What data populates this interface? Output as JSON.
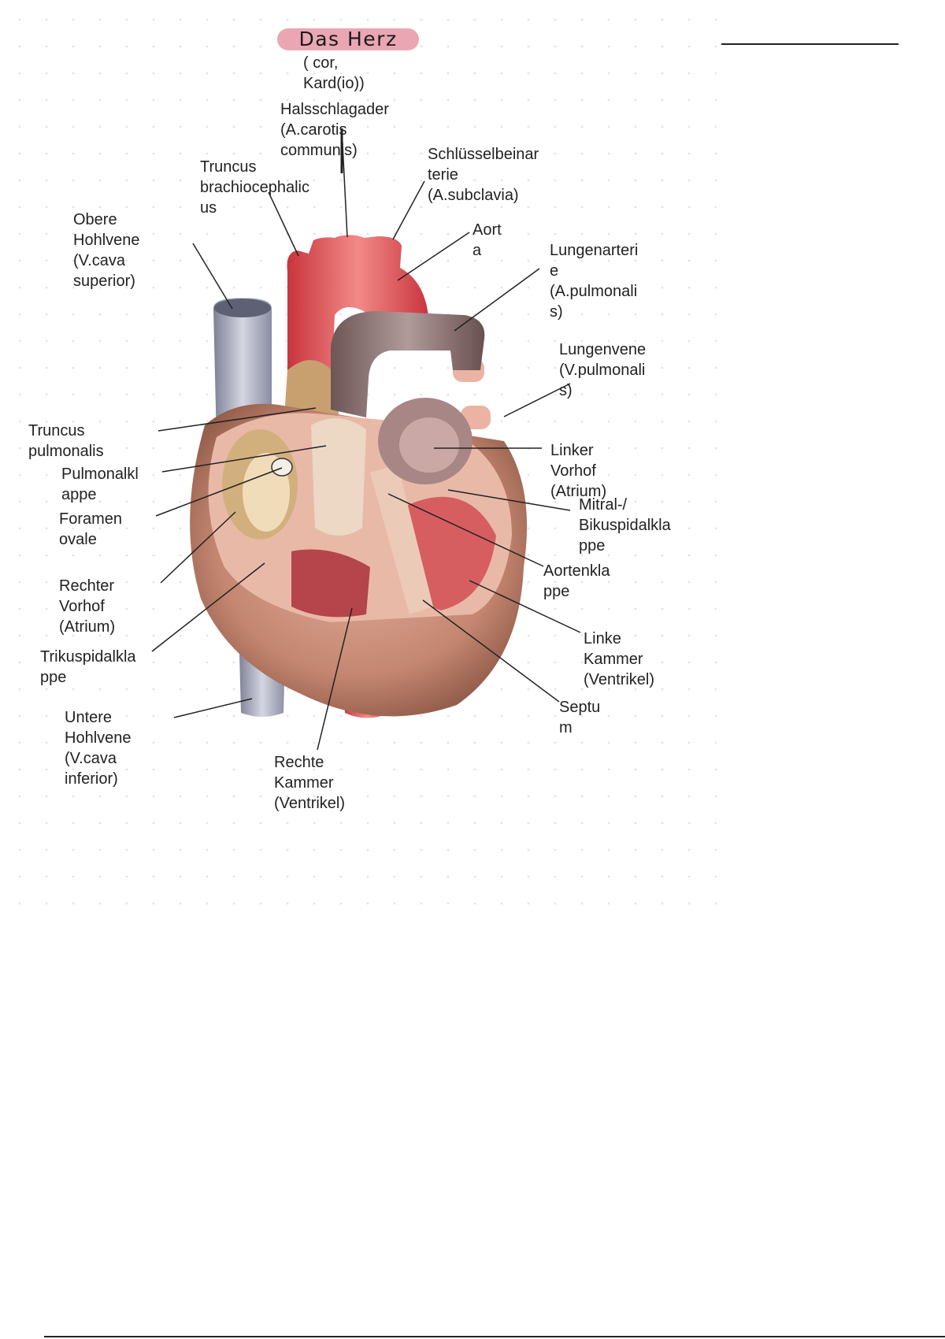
{
  "title": "Das Herz",
  "subtitle": "( cor,\nKard(io))",
  "labels": {
    "halsschlagader": "Halsschlagader\n(A.carotis\ncommunis)",
    "truncus_brachiocephalicus": "Truncus\nbrachiocephalic\nus",
    "schluesselbeinarterie": "Schlüsselbeinar\nterie\n(A.subclavia)",
    "obere_hohlvene": "Obere\nHohlvene\n(V.cava\nsuperior)",
    "aorta": "Aort\na",
    "lungenarterie": "Lungenarteri\ne\n(A.pulmonali\ns)",
    "lungenvene": "Lungenvene\n(V.pulmonali\ns)",
    "truncus_pulmonalis": "Truncus\npulmonalis",
    "pulmonalklappe": "Pulmonalkl\nappe",
    "foramen_ovale": "Foramen\novale",
    "linker_vorhof": "Linker\nVorhof\n(Atrium)",
    "mitralklappe": "Mitral-/\nBikuspidalkla\nppe",
    "aortenklappe": "Aortenkla\nppe",
    "rechter_vorhof": "Rechter\nVorhof\n(Atrium)",
    "trikuspidalklappe": "Trikuspidalkla\nppe",
    "linke_kammer": "Linke\nKammer\n(Ventrikel)",
    "septum": "Septu\nm",
    "untere_hohlvene": "Untere\nHohlvene\n(V.cava\ninferior)",
    "rechte_kammer": "Rechte\nKammer\n(Ventrikel)"
  },
  "colors": {
    "title_highlight": "#eaa6b3",
    "artery": "#e0585c",
    "vein": "#9a9cb0",
    "muscle": "#c98a78",
    "pulmonary": "#8a6e6e"
  }
}
